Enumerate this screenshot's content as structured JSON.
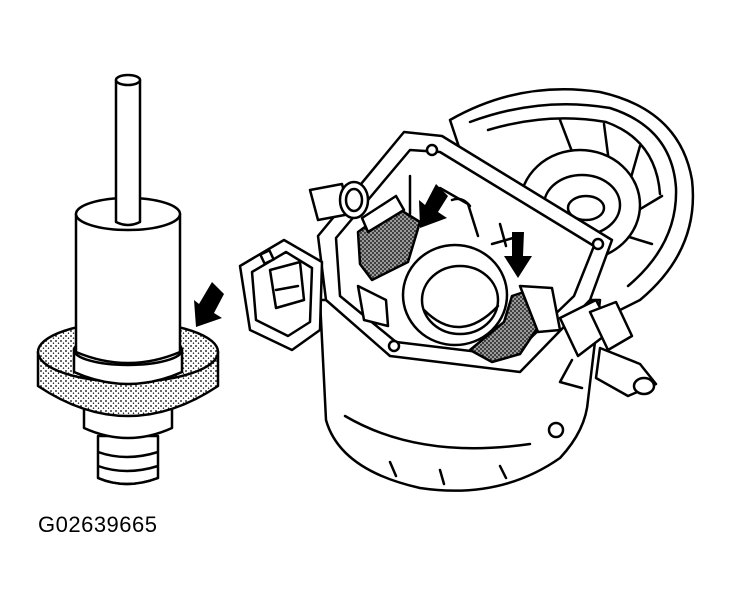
{
  "figure": {
    "id_label": "G02639665"
  },
  "colors": {
    "ink": "#000000",
    "paper": "#ffffff",
    "stipple": "#6f6f6f"
  },
  "callouts": [
    {
      "name": "callout-arrow-seal",
      "icon": "arrow-down-left-icon"
    },
    {
      "name": "callout-arrow-left-brush",
      "icon": "arrow-down-left-icon"
    },
    {
      "name": "callout-arrow-right-brush",
      "icon": "arrow-down-icon"
    }
  ]
}
